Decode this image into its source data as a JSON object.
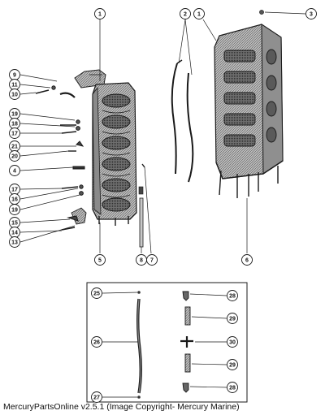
{
  "footer": "MercuryPartsOnline v2.5.1 (Image Copyright- Mercury Marine)",
  "callouts": {
    "c1a": "1",
    "c1b": "1",
    "c2": "2",
    "c3": "3",
    "c9": "9",
    "c11": "11",
    "c10": "10",
    "c19": "19",
    "c18": "18",
    "c17a": "17",
    "c21": "21",
    "c20": "20",
    "c4": "4",
    "c17b": "17",
    "c16": "16",
    "c19b": "19",
    "c15": "15",
    "c14": "14",
    "c13": "13",
    "c5": "5",
    "c8": "8",
    "c7": "7",
    "c6": "6",
    "c25": "25",
    "c26": "26",
    "c27": "27",
    "c28a": "28",
    "c29a": "29",
    "c30": "30",
    "c29b": "29",
    "c28b": "28"
  },
  "colors": {
    "ink": "#1a1a1a",
    "shade": "#7a7a7a",
    "light": "#d4d4d4"
  }
}
